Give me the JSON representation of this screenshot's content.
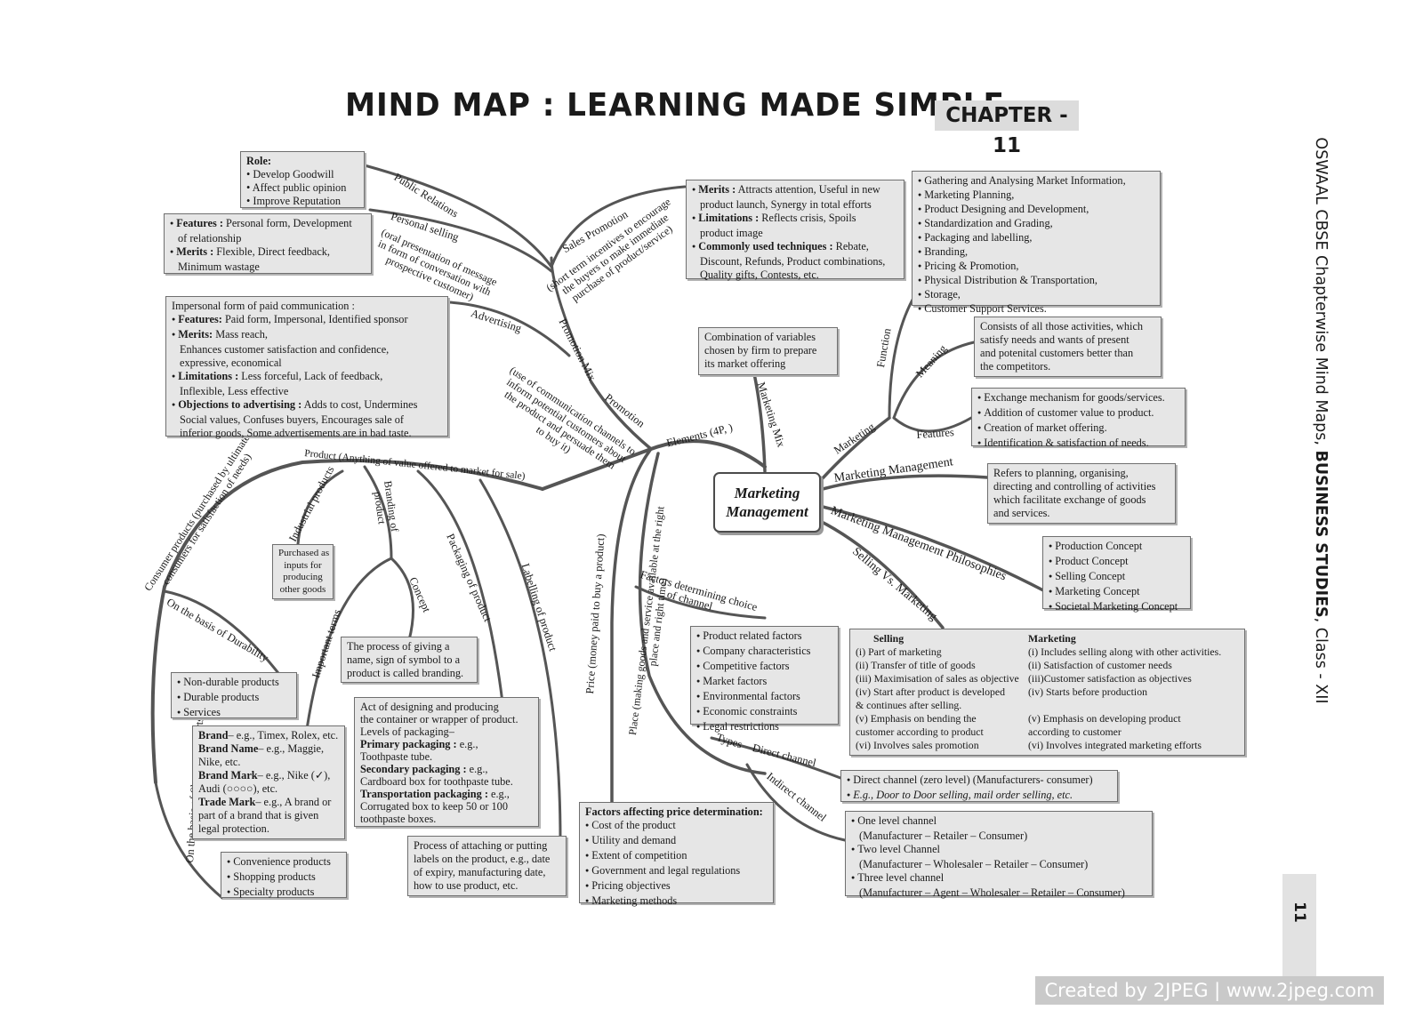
{
  "header": {
    "title": "MIND MAP : LEARNING MADE SIMPLE",
    "chapter": "CHAPTER - 11"
  },
  "side_text": {
    "part1": "OSWAAL CBSE Chapterwise Mind Maps, ",
    "part2": "BUSINESS STUDIES",
    "part3": ", Class - XII"
  },
  "page_number": "11",
  "watermark": "Created by 2JPEG | www.2jpeg.com",
  "central": {
    "line1": "Marketing",
    "line2": "Management"
  },
  "labels": {
    "public_relations": "Public Relations",
    "personal_selling": "Personal selling",
    "personal_selling_note": [
      "(oral presentation of message",
      "in form of conversation with",
      "prospective customer)"
    ],
    "sales_promotion": "Sales Promotion",
    "sales_promotion_note": [
      "(short term incentives to encourage",
      "the buyers to make immediate",
      "purchase of product/service)"
    ],
    "advertising": "Advertising",
    "promotion_mix": "Promotion Mix",
    "promotion": "Promotion",
    "promotion_note": [
      "(use of communication channels to",
      "inform potential customers about",
      "the product and persuade them",
      "to buy it)"
    ],
    "elements": "Elements (4P, )",
    "marketing_mix": "Marketing Mix",
    "product": "Product (Anything of value offered to market for sale)",
    "consumer_products": [
      "Consumer products (purchased by ultimate",
      "consumers for satisfaction of needs)"
    ],
    "industrial_products": "Industrial products",
    "branding_of_product": [
      "Branding of",
      "product"
    ],
    "packaging_of_product": "Packaging of product",
    "labelling_of_product": "Labelling of product",
    "price": "Price (money paid to buy a product)",
    "place": [
      "Place (making goods and service available at the right",
      "place and right time)"
    ],
    "on_basis_durability": "On the basis of Durability",
    "on_basis_shopping": "On the basis of Shopping Efforts involved",
    "important_terms": "Important terms",
    "concept": "Concept",
    "factors_channel": [
      "Factors determining choice",
      "of channel"
    ],
    "types": "Types",
    "direct_channel": "Direct channel",
    "indirect_channel": "Indirect channel",
    "marketing": "Marketing",
    "function": "Function",
    "meaning": "Meaning",
    "features": "Features",
    "marketing_management": "Marketing Management",
    "mm_philosophies": "Marketing Management Philosophies",
    "selling_vs_marketing": "Selling Vs. Marketing"
  },
  "boxes": {
    "role": {
      "heading": "Role:",
      "items": [
        "Develop Goodwill",
        "Affect public opinion",
        "Improve Reputation"
      ]
    },
    "personal_selling": {
      "features_label": "Features :",
      "features": " Personal form, Development",
      "features2": "of relationship",
      "merits_label": "Merits :",
      "merits": " Flexible, Direct feedback,",
      "merits2": "Minimum wastage"
    },
    "advertising": {
      "intro": "Impersonal form of paid communication :",
      "features_label": "Features:",
      "features": " Paid form, Impersonal, Identified sponsor",
      "merits_label": "Merits:",
      "merits": " Mass reach,",
      "merits2": "Enhances customer satisfaction and confidence,",
      "merits3": "expressive, economical",
      "limitations_label": "Limitations :",
      "limitations": " Less forceful, Lack of feedback,",
      "limitations2": "Inflexible, Less effective",
      "objections_label": "Objections to advertising :",
      "objections": " Adds to cost, Undermines",
      "objections2": "Social values, Confuses buyers, Encourages sale of",
      "objections3": "inferior goods, Some advertisements are in bad taste."
    },
    "sales_promotion": {
      "merits_label": "Merits :",
      "merits": " Attracts attention, Useful in new",
      "merits2": "product launch, Synergy in total efforts",
      "limitations_label": "Limitations :",
      "limitations": " Reflects crisis, Spoils",
      "limitations2": "product image",
      "techniques_label": "Commonly used techniques :",
      "techniques": " Rebate,",
      "techniques2": "Discount, Refunds, Product combinations,",
      "techniques3": "Quality gifts, Contests, etc."
    },
    "marketing_mix": [
      "Combination of variables",
      "chosen by firm to prepare",
      "its market offering"
    ],
    "functions": [
      "Gathering and Analysing Market Information,",
      "Marketing Planning,",
      "Product Designing and Development,",
      "Standardization and Grading,",
      "Packaging and labelling,",
      "Branding,",
      "Pricing & Promotion,",
      "Physical Distribution & Transportation,",
      "Storage,",
      "Customer Support Services."
    ],
    "meaning": [
      "Consists of all those activities, which",
      "satisfy needs and wants of present",
      "and potenital customers better than",
      "the competitors."
    ],
    "features": [
      "Exchange mechanism for goods/services.",
      "Addition of customer value to product.",
      "Creation of market offering.",
      "Identification & satisfaction of needs."
    ],
    "marketing_management": [
      "Refers to planning, organising,",
      "directing and controlling of activities",
      "which facilitate exchange of goods",
      "and services."
    ],
    "philosophies": [
      "Production Concept",
      "Product Concept",
      "Selling Concept",
      "Marketing Concept",
      "Societal Marketing Concept"
    ],
    "selling_vs_marketing": {
      "selling_heading": "Selling",
      "marketing_heading": "Marketing",
      "selling": [
        "(i)   Part of marketing",
        "(ii)  Transfer of title of goods",
        "(iii) Maximisation of sales as objective",
        "(iv) Start after product is developed",
        "       & continues after selling.",
        "(v)  Emphasis on bending the",
        "       customer according to product",
        "(vi) Involves sales promotion"
      ],
      "marketing": [
        "(i)   Includes selling along with other activities.",
        "(ii)  Satisfaction of customer needs",
        "(iii)Customer satisfaction as objectives",
        "(iv) Starts before production",
        "",
        "(v)  Emphasis on developing product",
        "       according to customer",
        "(vi) Involves integrated marketing efforts"
      ]
    },
    "industrial": [
      "Purchased as",
      "inputs for",
      "producing",
      "other goods"
    ],
    "branding": [
      "The process of giving a",
      "name, sign of symbol  to a",
      "product is called branding."
    ],
    "durability": [
      "Non-durable products",
      "Durable products",
      "Services"
    ],
    "brand_terms": {
      "brand_label": "Brand",
      "brand": "– e.g., Timex, Rolex, etc.",
      "brand_name_label": "Brand Name",
      "brand_name": "– e.g., Maggie,",
      "brand_name2": "Nike, etc.",
      "brand_mark_label": "Brand Mark",
      "brand_mark": "– e.g., Nike (✓),",
      "brand_mark2": "Audi (○○○○), etc.",
      "trade_mark_label": "Trade Mark",
      "trade_mark": "– e.g., A brand or",
      "trade_mark2": "part of a brand that is given",
      "trade_mark3": "legal protection."
    },
    "packaging": {
      "line1": "Act of designing and producing",
      "line2": "the container or wrapper of product.",
      "line3": "Levels of packaging–",
      "primary_label": "Primary packaging :",
      "primary": " e.g.,",
      "primary2": "Toothpaste tube.",
      "secondary_label": "Secondary packaging :",
      "secondary": " e.g.,",
      "secondary2": "Cardboard box for toothpaste tube.",
      "transport_label": "Transportation packaging :",
      "transport": " e.g.,",
      "transport2": "Corrugated box to keep 50 or 100",
      "transport3": "toothpaste boxes."
    },
    "shopping": [
      "Convenience products",
      "Shopping products",
      "Specialty products"
    ],
    "labelling": [
      "Process of attaching or putting",
      "labels on the product, e.g., date",
      "of expiry, manufacturing date,",
      "how to use product, etc."
    ],
    "price_factors": {
      "heading": "Factors affecting price determination:",
      "items": [
        "Cost of the product",
        "Utility and demand",
        "Extent of competition",
        "Government and legal regulations",
        "Pricing objectives",
        "Marketing methods"
      ]
    },
    "channel_factors": [
      "Product related factors",
      "Company characteristics",
      "Competitive factors",
      "Market factors",
      "Environmental factors",
      "Economic constraints",
      "Legal restrictions"
    ],
    "direct_channel": [
      "Direct channel (zero level) (Manufacturers- consumer)",
      "E.g., Door to Door selling, mail order selling, etc."
    ],
    "indirect_channel": {
      "items": [
        "One level channel",
        "Two level Channel",
        "Three level channel"
      ],
      "details": [
        "(Manufacturer – Retailer – Consumer)",
        "(Manufacturer – Wholesaler – Retailer – Consumer)",
        "(Manufacturer – Agent – Wholesaler – Retailer – Consumer)"
      ]
    }
  }
}
